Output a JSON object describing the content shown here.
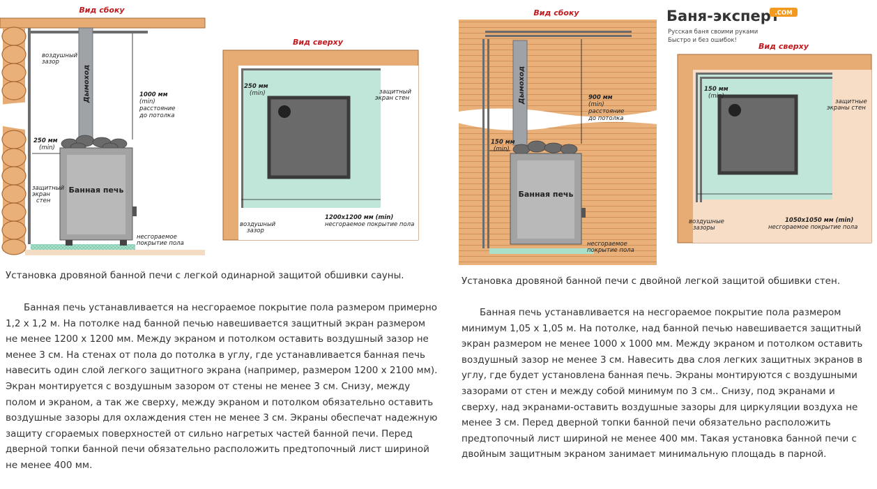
{
  "colors": {
    "title_red": "#c0191e",
    "wood": "#e7ab74",
    "wood_dark": "#a86a36",
    "plank": "#d89a60",
    "screen_teal": "#bfe6d8",
    "floor_green": "#9fdcc4",
    "stone_grey": "#5f5f5f",
    "stove_metal": "#9a9a9a",
    "logo_orange": "#f29a1f"
  },
  "logo": {
    "brand": "Баня-эксперт",
    "domain": ".COM",
    "tagline1": "Русская баня своими руками",
    "tagline2": "Быстро и без ошибок!"
  },
  "left": {
    "side": {
      "title": "Вид сбоку",
      "chimney": "Дымоход",
      "air_gap": [
        "воздушный",
        "зазор"
      ],
      "dist_a": "1000 мм",
      "dist_b": "(min)",
      "dist_c": [
        "расстояние",
        "до потолка"
      ],
      "gap_a": "250 мм",
      "gap_b": "(min)",
      "screen": [
        "защитный",
        "экран",
        "стен"
      ],
      "stove": "Банная печь",
      "floor": [
        "несгораемое",
        "покрытие пола"
      ]
    },
    "top": {
      "title": "Вид сверху",
      "gap_a": "250 мм",
      "gap_b": "(min)",
      "screen": [
        "защитный",
        "экран стен"
      ],
      "air_gap": [
        "воздушный",
        "зазор"
      ],
      "floor_size": "1200x1200 мм (min)",
      "floor": "несгораемое покрытие пола"
    },
    "caption": "Установка дровяной банной печи с легкой одинарной защитой обшивки сауны.",
    "text": "Банная печь устанавливается на несгораемое покрытие пола размером примерно 1,2 х 1,2 м. На потолке над банной печью навешивается защитный экран размером не менее 1200 х 1200 мм. Между экраном и потолком оставить воздушный зазор не менее 3 см. На стенах от пола до потолка в углу, где устанавливается банная печь навесить один слой легкого защитного экрана (например, размером 1200 х 2100 мм). Экран монтируется с воздушным зазором от стены не менее 3 см. Снизу, между полом и экраном, а так же сверху, между экраном и потолком обязательно оставить воздушные зазоры для охлаждения стен не менее 3 см. Экраны обеспечат надежную защиту сгораемых поверхностей от сильно нагретых частей банной печи. Перед дверной топки банной печи обязательно расположить предтопочный лист шириной не менее 400 мм."
  },
  "right": {
    "side": {
      "title": "Вид сбоку",
      "chimney": "Дымоход",
      "dist_a": "900 мм",
      "dist_b": "(min)",
      "dist_c": [
        "расстояние",
        "до потолка"
      ],
      "gap_a": "150 мм",
      "gap_b": "(min)",
      "stove": "Банная печь",
      "floor": [
        "несгораемое",
        "покрытие пола"
      ]
    },
    "top": {
      "title": "Вид сверху",
      "gap_a": "150 мм",
      "gap_b": "(min)",
      "screen": [
        "защитные",
        "экраны стен"
      ],
      "air_gap": [
        "воздушные",
        "зазоры"
      ],
      "floor_size": "1050x1050 мм (min)",
      "floor": "несгораемое покрытие пола"
    },
    "caption": "Установка дровяной банной печи с двойной легкой защитой обшивки стен.",
    "text": "Банная печь устанавливается на несгораемое покрытие пола размером минимум 1,05 х 1,05 м. На потолке, над банной печью навешивается защитный экран размером не менее 1000 х 1000 мм. Между экраном и потолком оставить воздушный зазор не менее 3 см. Навесить два слоя легких защитных экранов в углу, где будет установлена банная печь. Экраны монтируются с воздушными зазорами от стен и между собой минимум по 3 см.. Снизу, под экранами и сверху, над экранами-оставить воздушные зазоры для циркуляции воздуха не менее 3 см. Перед дверной топки банной печи обязательно расположить предтопочный лист шириной не менее 400 мм. Такая установка банной печи с двойным защитным экраном занимает минимальную площадь в парной."
  }
}
